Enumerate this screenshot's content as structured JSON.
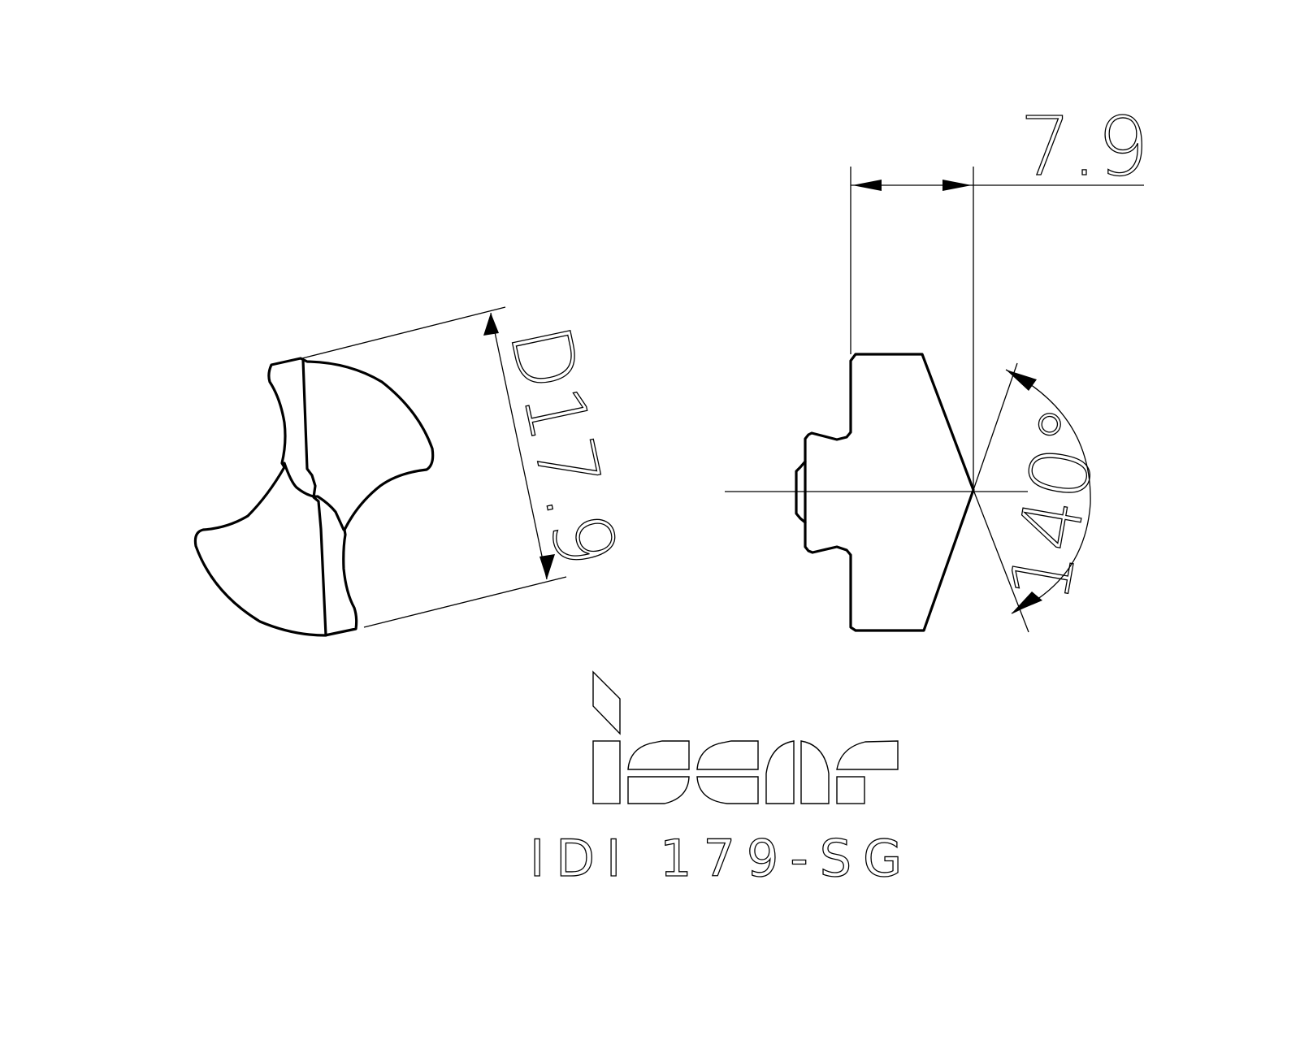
{
  "drawing": {
    "product_code": "IDI 179-SG",
    "brand": "iscar",
    "views": {
      "end_view": {
        "diameter_label": "D17.9"
      },
      "side_view": {
        "length_label": "7.9",
        "point_angle_label": "140°"
      }
    },
    "colors": {
      "line": "#000000",
      "background": "#ffffff"
    }
  }
}
